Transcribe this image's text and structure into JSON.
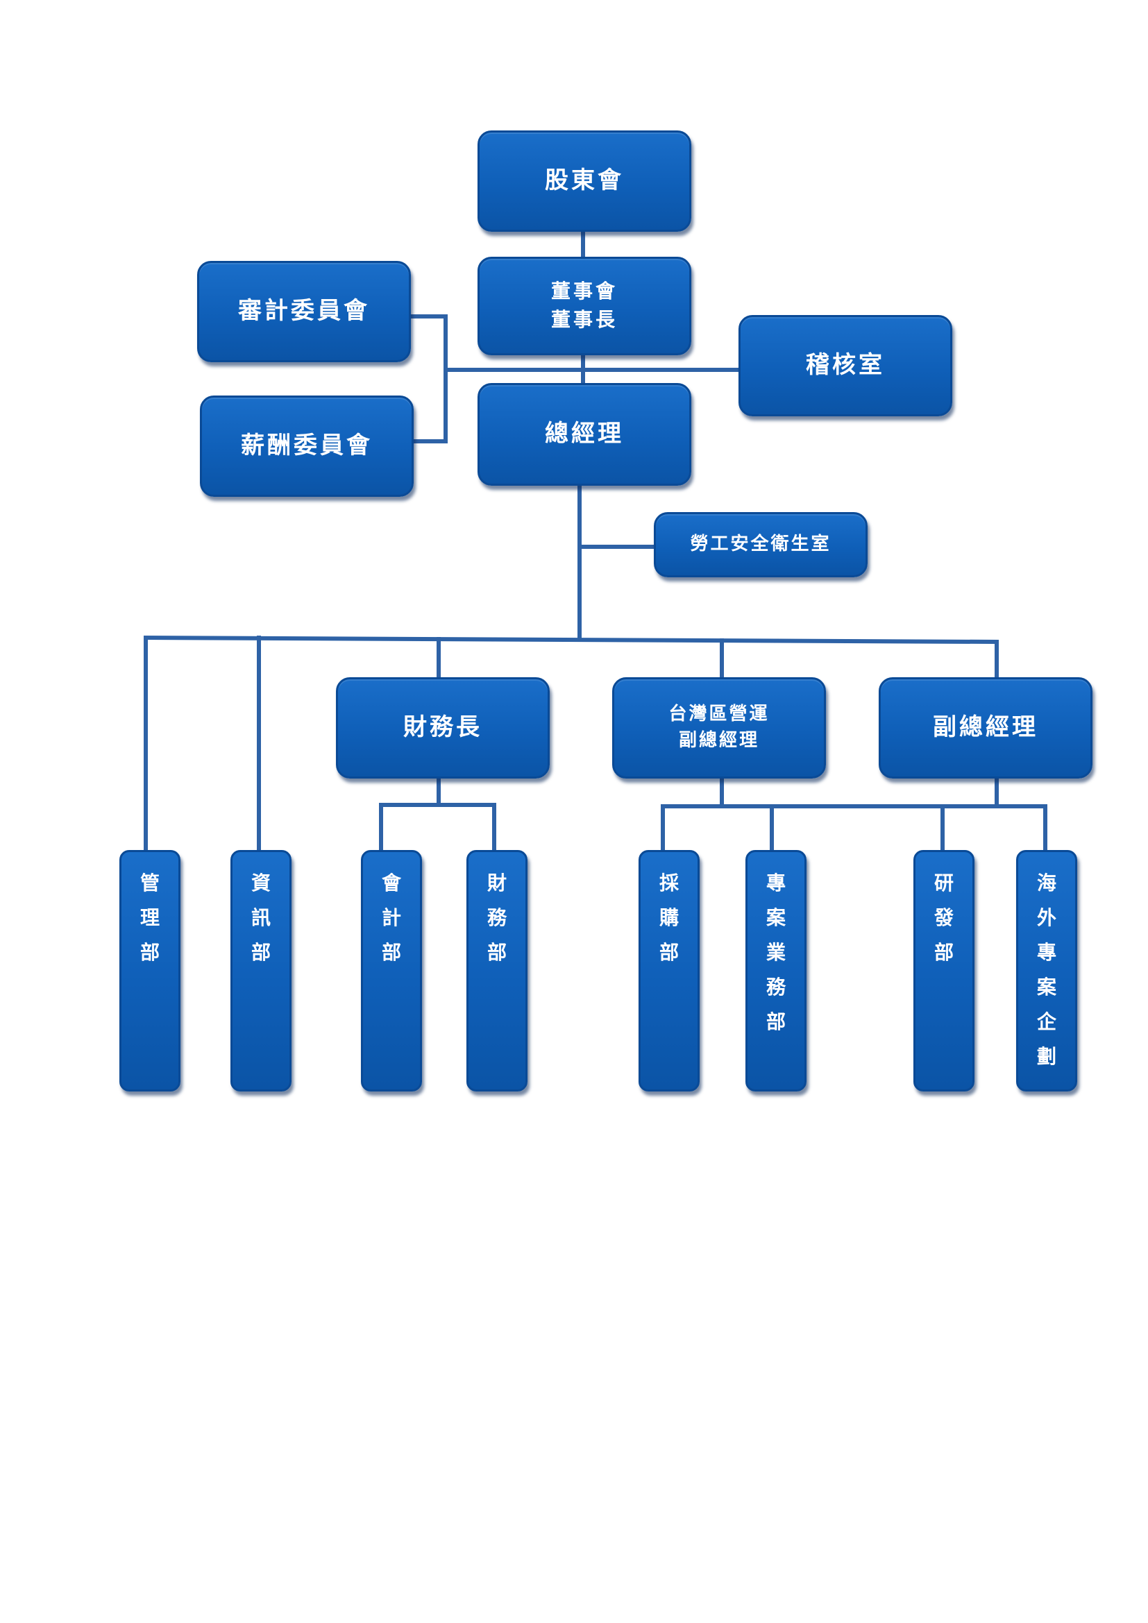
{
  "org_chart": {
    "shareholders": "股東會",
    "board": {
      "line1": "董事會",
      "line2": "董事長"
    },
    "audit_committee": "審計委員會",
    "remuneration_committee": "薪酬委員會",
    "audit_office": "稽核室",
    "general_manager": "總經理",
    "safety_office": "勞工安全衛生室",
    "cfo": "財務長",
    "taiwan_vp": {
      "line1": "台灣區營運",
      "line2": "副總經理"
    },
    "vp": "副總經理",
    "departments": {
      "management": "管理部",
      "it": "資訊部",
      "accounting": "會計部",
      "finance": "財務部",
      "procurement": "採購部",
      "project_business": "專案業務部",
      "rnd": "研發部",
      "overseas_planning": "海外專案企劃"
    }
  },
  "colors": {
    "node_fill": "#1565c0",
    "line": "#2e62a6",
    "text": "#ffffff"
  }
}
